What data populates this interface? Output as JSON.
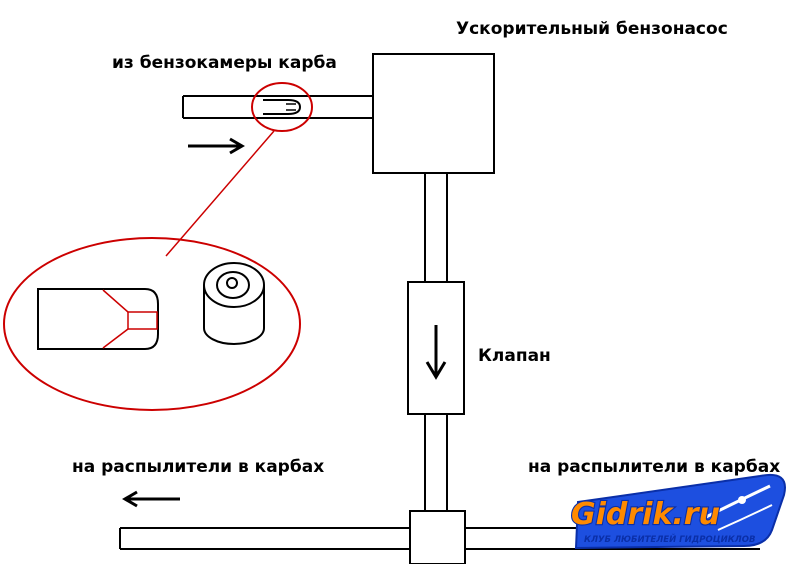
{
  "labels": {
    "pump_title": "Ускорительный бензонасос",
    "from_float_chamber": "из бензокамеры карба",
    "valve": "Клапан",
    "to_jets_left": "на распылители в карбах",
    "to_jets_right": "на распылители в карбах"
  },
  "logo": {
    "name": "Gidrik.ru",
    "tagline": "КЛУБ ЛЮБИТЕЛЕЙ ГИДРОЦИКЛОВ"
  },
  "colors": {
    "line": "#000000",
    "callout": "#cc0000",
    "logo_fill": "#ff8a00",
    "logo_blue": "#0a2fa8"
  }
}
